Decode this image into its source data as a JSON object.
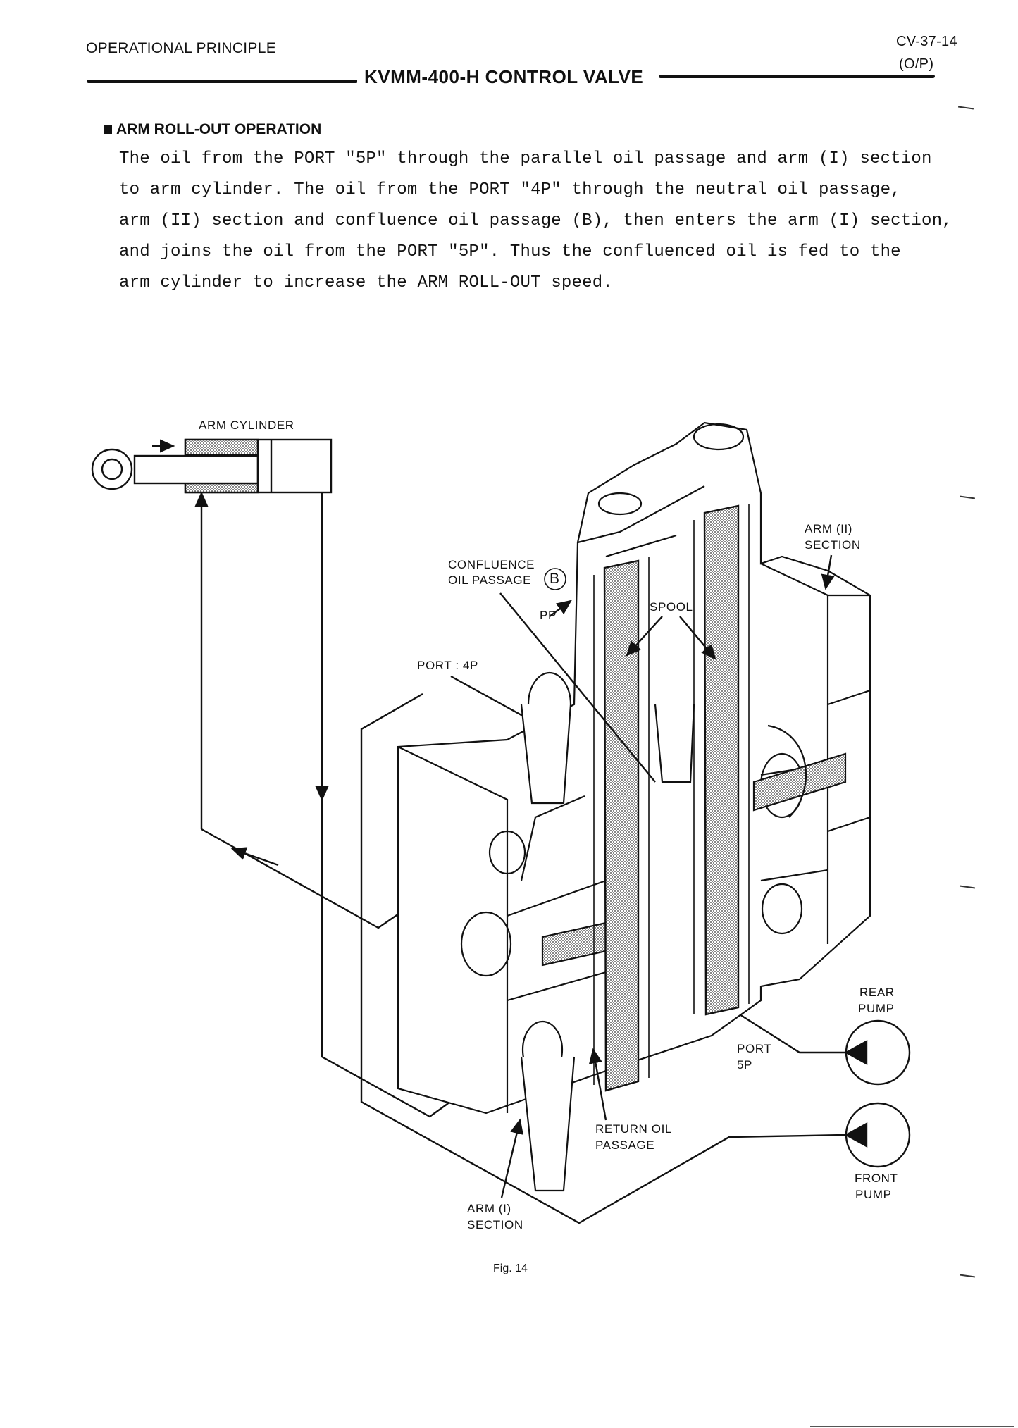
{
  "header": {
    "section": "OPERATIONAL PRINCIPLE",
    "doc_code": "CV-37-14",
    "doc_sub": "(O/P)",
    "title": "KVMM-400-H CONTROL VALVE"
  },
  "body": {
    "heading": "ARM ROLL-OUT OPERATION",
    "paragraph_lines": [
      "The oil from the PORT \"5P\" through the parallel oil passage and arm (I) section",
      "to arm cylinder.  The oil from the PORT \"4P\" through the neutral oil passage,",
      "arm (II) section and confluence oil passage (B), then enters the arm (I) section,",
      "and joins the oil from the PORT \"5P\".  Thus the confluenced oil is fed to the",
      "arm cylinder to increase the ARM ROLL-OUT speed."
    ]
  },
  "figure": {
    "labels": {
      "arm_cylinder": "ARM CYLINDER",
      "confluence_1": "CONFLUENCE",
      "confluence_2": "OIL PASSAGE",
      "confluence_mark": "B",
      "pp": "PP",
      "spool": "SPOOL",
      "arm2_1": "ARM (II)",
      "arm2_2": "SECTION",
      "port4p": "PORT : 4P",
      "rear_1": "REAR",
      "rear_2": "PUMP",
      "port5p_1": "PORT",
      "port5p_2": "5P",
      "return_1": "RETURN OIL",
      "return_2": "PASSAGE",
      "front_1": "FRONT",
      "front_2": "PUMP",
      "arm1_1": "ARM (I)",
      "arm1_2": "SECTION"
    },
    "caption": "Fig. 14"
  }
}
